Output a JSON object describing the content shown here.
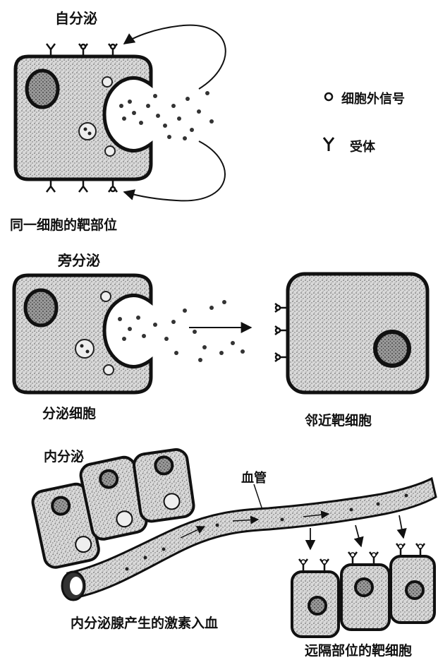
{
  "labels": {
    "autocrine": "自分泌",
    "same_cell_target": "同一细胞的靶部位",
    "paracrine": "旁分泌",
    "secretory_cell": "分泌细胞",
    "adjacent_target": "邻近靶细胞",
    "endocrine": "内分泌",
    "blood_vessel": "血管",
    "gland_hormone": "内分泌腺产生的激素入血",
    "distant_target": "远隔部位的靶细胞"
  },
  "legend": {
    "signal": "细胞外信号",
    "receptor": "受体"
  },
  "icons": {
    "signal": "signal-dot-icon",
    "receptor": "receptor-icon"
  }
}
